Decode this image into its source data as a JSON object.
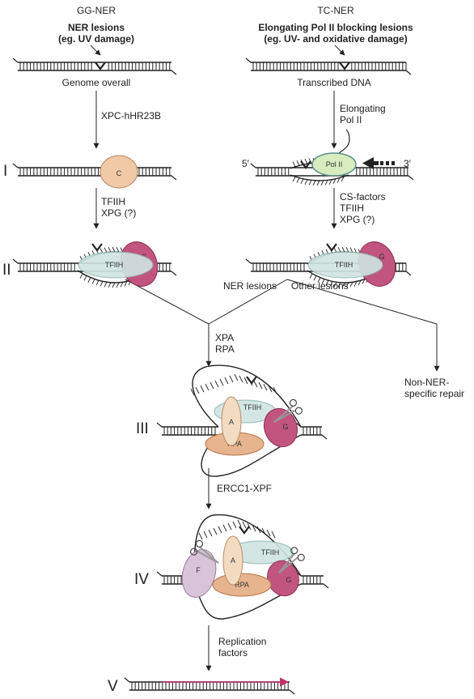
{
  "headers": {
    "gg_ner": "GG-NER",
    "tc_ner": "TC-NER"
  },
  "gg_lesion": {
    "line1": "NER lesions",
    "line2": "(eg. UV damage)"
  },
  "tc_lesion": {
    "line1": "Elongating Pol II blocking lesions",
    "line2": "(eg. UV- and oxidative damage)"
  },
  "gg_dna_label": "Genome overall",
  "tc_dna_label": "Transcribed DNA",
  "gg_step1": "XPC-hHR23B",
  "tc_step1": {
    "line1": "Elongating",
    "line2": "Pol II"
  },
  "gg_step2": {
    "line1": "TFIIH",
    "line2": "XPG (?)"
  },
  "tc_step2": {
    "line1": "CS-factors",
    "line2": "TFIIH",
    "line3": "XPG (?)"
  },
  "ends": {
    "five_prime": "5′",
    "three_prime": "3′"
  },
  "branch": {
    "ner": "NER lesions",
    "other": "Other lesions"
  },
  "merge_step": {
    "line1": "XPA",
    "line2": "RPA"
  },
  "non_ner": {
    "line1": "Non-NER-",
    "line2": "specific repair"
  },
  "step_ercc": "ERCC1-XPF",
  "step_repl": {
    "line1": "Replication",
    "line2": "factors"
  },
  "stages": {
    "s1": "I",
    "s2": "II",
    "s3": "III",
    "s4": "IV",
    "s5": "V"
  },
  "proteins": {
    "c": "C",
    "pol2": "Pol II",
    "tfiih": "TFIIH",
    "g": "G",
    "a": "A",
    "rpa": "RPA",
    "f": "F"
  },
  "colors": {
    "tfiih": "#cfe4e2",
    "tfiih_stroke": "#86b3b0",
    "g": "#c2557f",
    "g_stroke": "#8a2f57",
    "rpa": "#e6b48f",
    "rpa_stroke": "#b57246",
    "a": "#f3dbc2",
    "a_stroke": "#b88c66",
    "f": "#d9c3d9",
    "f_stroke": "#9a7a9a",
    "c": "#f0c9a7",
    "c_stroke": "#b58560",
    "pol2": "#d9ecc0",
    "pol2_stroke": "#5a8f8a",
    "new_strand": "#c0306a"
  }
}
